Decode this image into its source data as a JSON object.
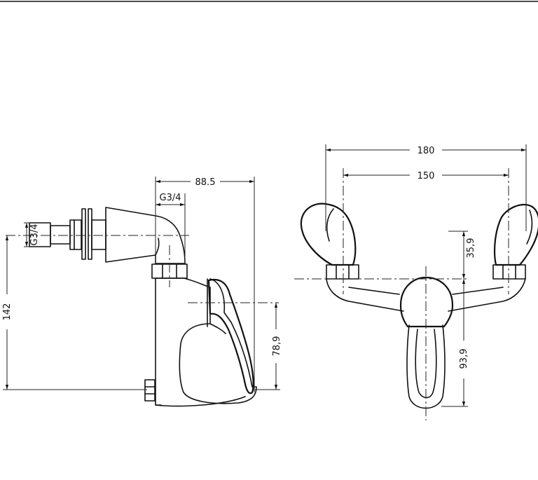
{
  "side_view": {
    "dimensions": {
      "overall_depth": "88.5",
      "thread_top": "G3/4",
      "thread_left": "G3/4",
      "total_height": "142",
      "lever_height": "78,9"
    }
  },
  "front_view": {
    "dimensions": {
      "overall_width": "180",
      "inlet_centers": "150",
      "inlet_height": "35,9",
      "spout_height": "93,9"
    }
  }
}
